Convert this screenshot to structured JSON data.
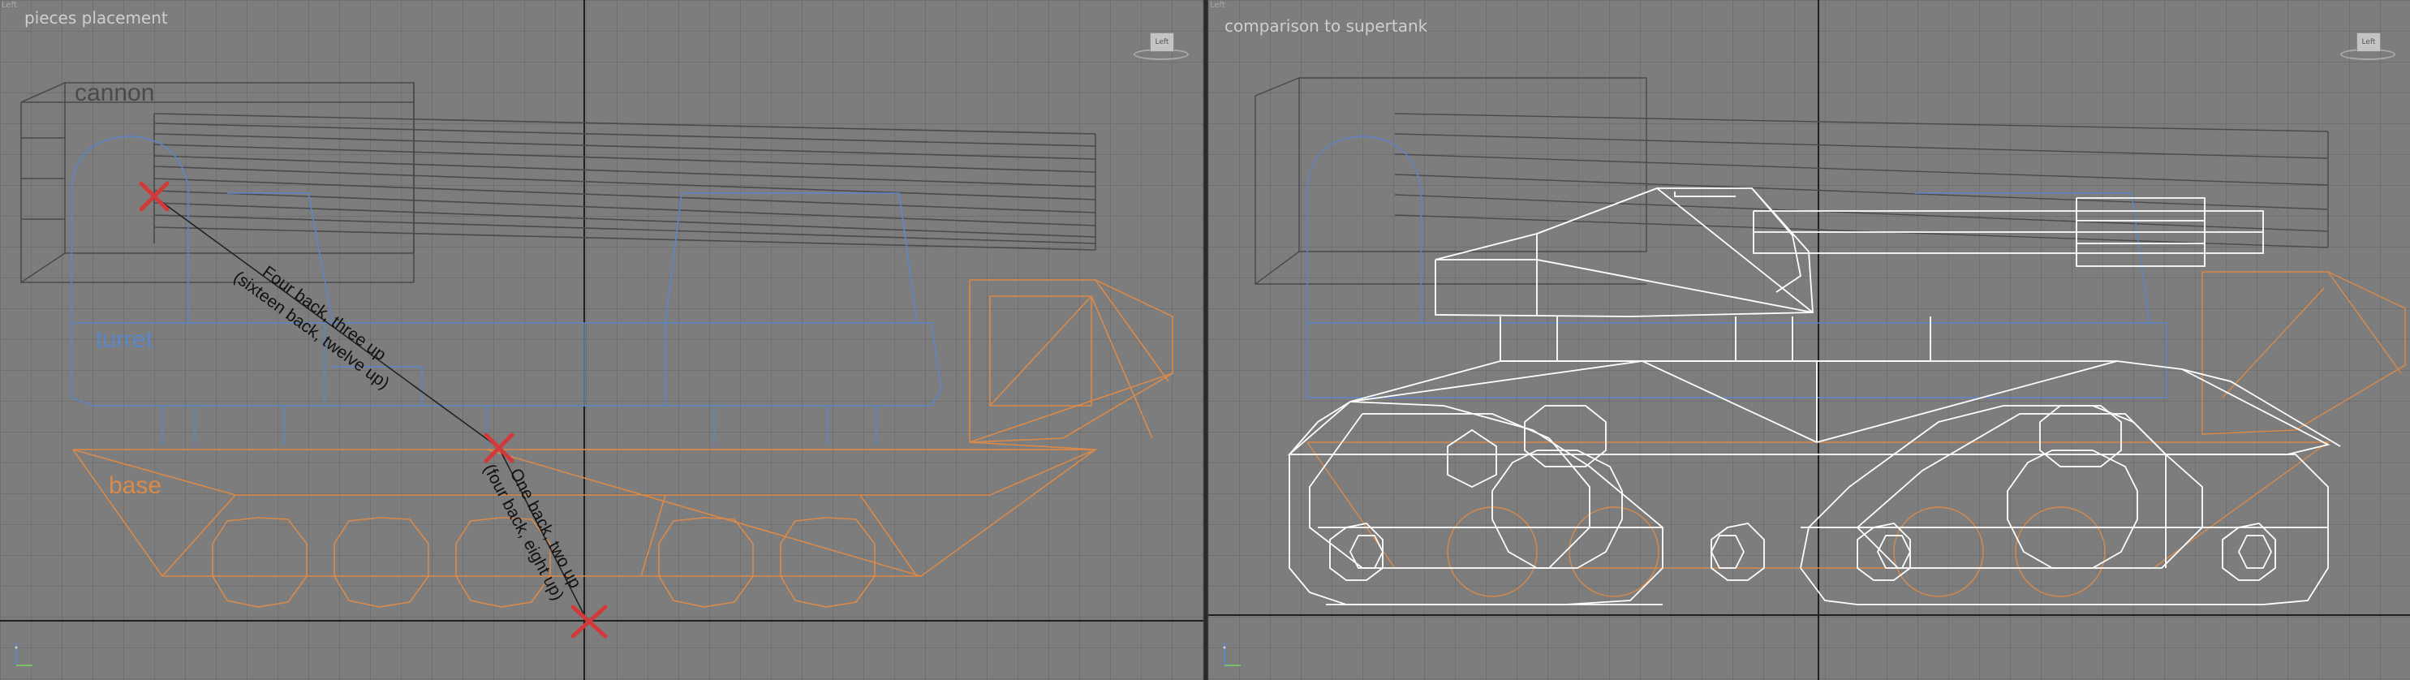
{
  "viewports": {
    "left": {
      "corner_label": "Left",
      "title": "pieces placement",
      "viewcube_face": "Left",
      "labels": {
        "cannon": "cannon",
        "turret": "turret",
        "base": "base"
      },
      "annotations": {
        "upper_line1": "Four back, three up",
        "upper_line2": "(sixteen back, twelve up)",
        "lower_line1": "One back, two up",
        "lower_line2": "(four back, eight up)"
      },
      "pivot_marker_icon": "x-marker-icon"
    },
    "right": {
      "corner_label": "Left",
      "title": "comparison to supertank",
      "viewcube_face": "Left"
    }
  },
  "colors": {
    "viewport_bg": "#7d7d7d",
    "cannon_wire": "#4a4a4a",
    "turret_wire": "#5b86c8",
    "base_wire": "#d98a4a",
    "supertank_wire": "#ffffff",
    "marker": "#d23a3a"
  }
}
